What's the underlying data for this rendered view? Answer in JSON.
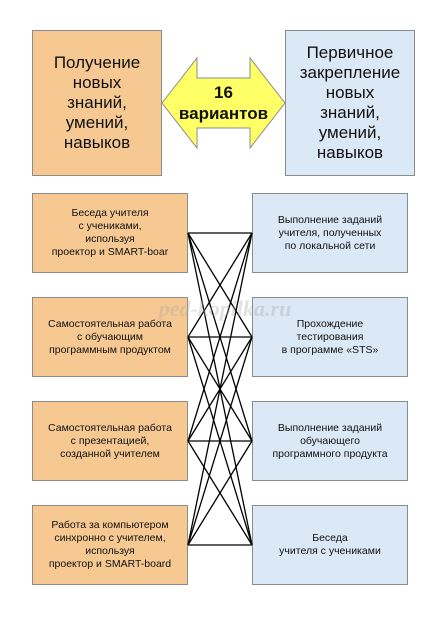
{
  "header": {
    "left": "Получение\nновых\nзнаний,\nумений,\nнавыков",
    "right": "Первичное\nзакрепление\nновых\nзнаний,\nумений,\nнавыков",
    "arrow_label": "16\nвариантов"
  },
  "left_items": [
    "Беседа учителя\nс учениками,\nиспользуя\nпроектор и SMART-boar",
    "Самостоятельная работа\nс обучающим\nпрограммным продуктом",
    "Самостоятельная работа\nс презентацией,\nсозданной учителем",
    "Работа за компьютером\nсинхронно с учителем,\nиспользуя\nпроектор и SMART-board"
  ],
  "right_items": [
    "Выполнение заданий\nучителя, полученных\nпо локальной сети",
    "Прохождение\nтестирования\nв программе «STS»",
    "Выполнение заданий\nобучающего\nпрограммного продукта",
    "Беседа\nучителя с учениками"
  ],
  "watermark": "ped-kopilka.ru",
  "colors": {
    "left_fill": "#f6c892",
    "right_fill": "#dbe8f5",
    "arrow_fill": "#ffff66",
    "border": "#8c8c8c",
    "lines": "#000000"
  }
}
